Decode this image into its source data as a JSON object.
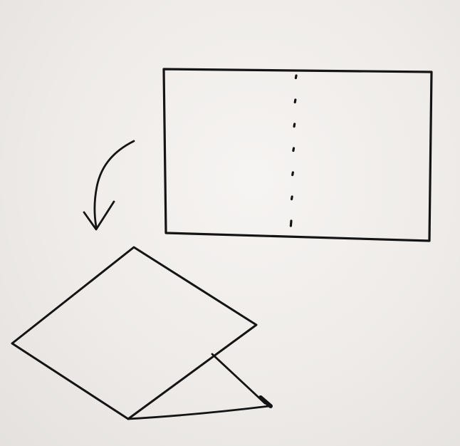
{
  "diagram": {
    "figures": [
      {
        "id": "unfolded-sheet",
        "style": "rectangle with dotted vertical fold line"
      },
      {
        "id": "fold-arrow",
        "style": "curved arrow pointing down-left"
      },
      {
        "id": "folded-sheet",
        "style": "sheet folded in half, standing as a tent"
      }
    ],
    "fold_marks": 7
  },
  "colors": {
    "ink": "#141414",
    "paper": "#efedea"
  },
  "icons": [
    "fold-arrow-icon"
  ]
}
